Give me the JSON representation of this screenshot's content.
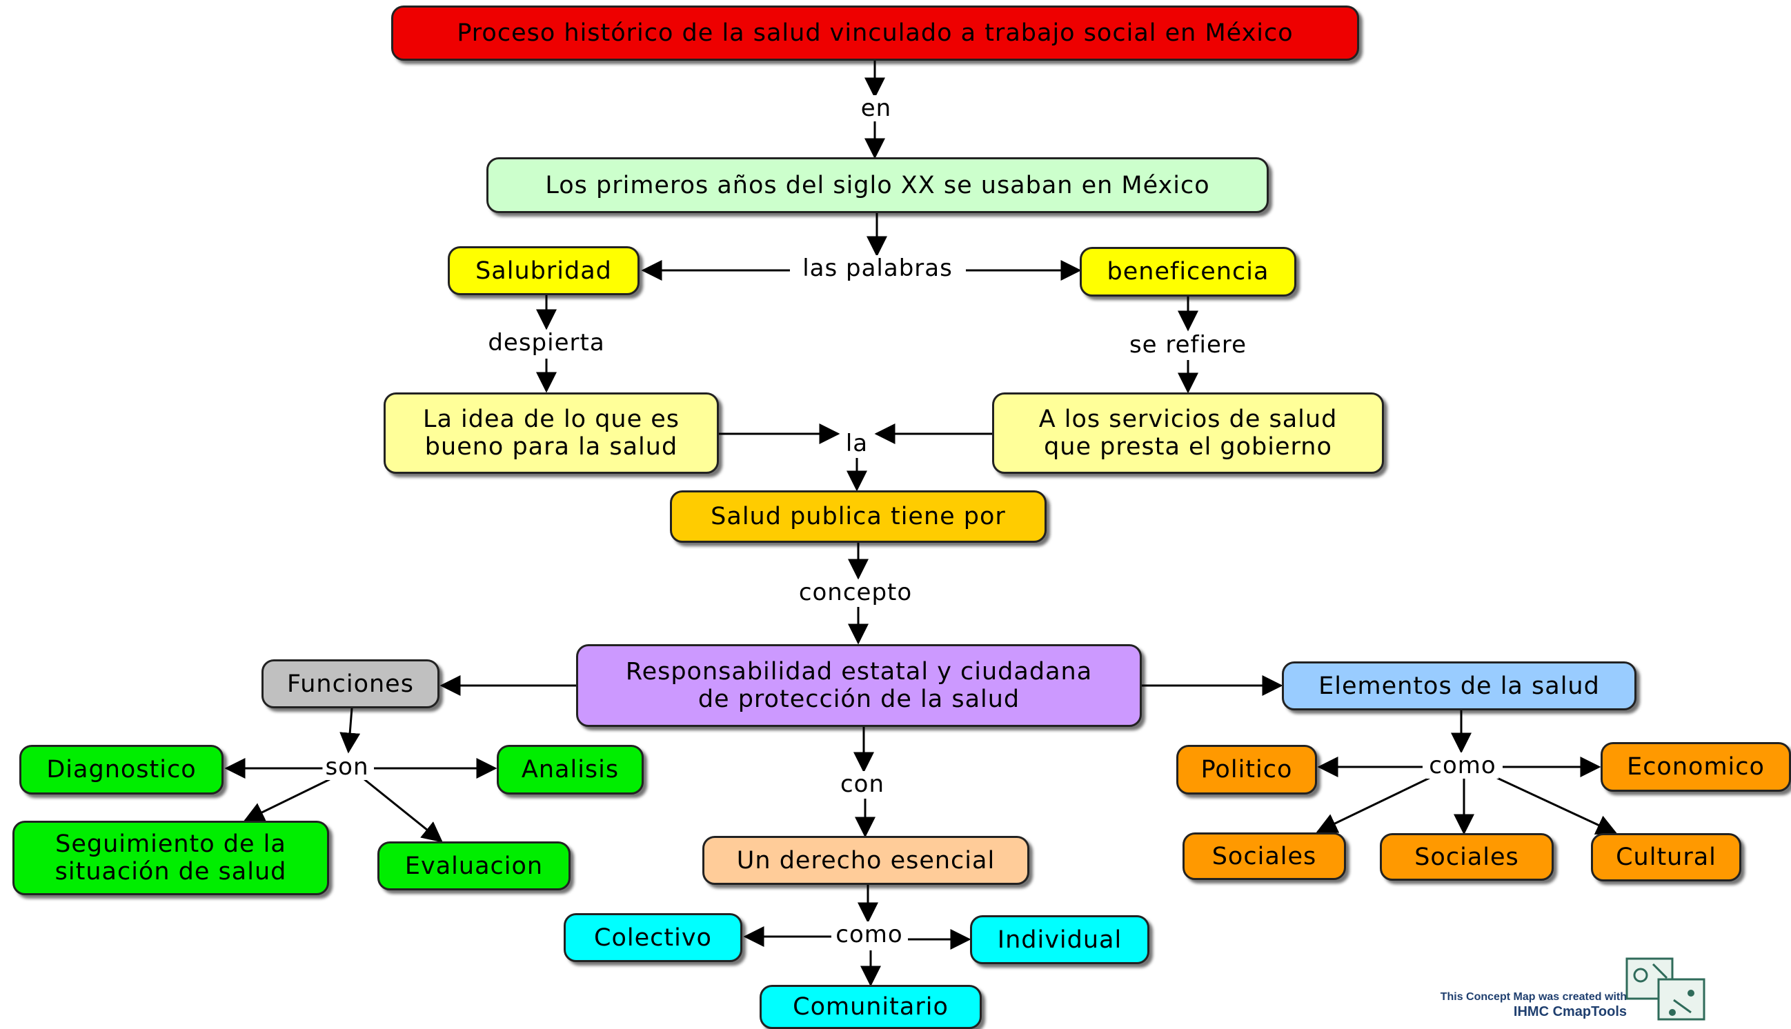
{
  "title": "Proceso histórico de la salud vinculado a trabajo social en México",
  "nodes": {
    "title": "Proceso histórico de la salud vinculado a trabajo social en México",
    "primeros": "Los primeros años del siglo XX se usaban en México",
    "salubridad": "Salubridad",
    "beneficencia": "beneficencia",
    "idea": "La idea de lo que es\nbueno para la salud",
    "servicios": "A los servicios de salud\nque presta el gobierno",
    "salud_publica": "Salud publica tiene por",
    "responsabilidad": "Responsabilidad estatal y ciudadana\nde protección de la salud",
    "funciones": "Funciones",
    "elementos": "Elementos de la salud",
    "diagnostico": "Diagnostico",
    "analisis": "Analisis",
    "seguimiento": "Seguimiento de la\nsituación de salud",
    "evaluacion": "Evaluacion",
    "derecho": "Un derecho esencial",
    "colectivo": "Colectivo",
    "individual": "Individual",
    "comunitario": "Comunitario",
    "politico": "Politico",
    "economico": "Economico",
    "sociales_1": "Sociales",
    "sociales_2": "Sociales",
    "cultural": "Cultural"
  },
  "links": {
    "en": "en",
    "las_palabras": "las palabras",
    "despierta": "despierta",
    "se_refiere": "se refiere",
    "la": "la",
    "concepto": "concepto",
    "son": "son",
    "con": "con",
    "como_derecho": "como",
    "como_elementos": "como"
  },
  "colors": {
    "title": "#ee0000",
    "primeros": "#ccffcc",
    "salubridad": "#ffff00",
    "beneficencia": "#ffff00",
    "idea": "#ffff99",
    "servicios": "#ffff99",
    "salud_publica": "#ffcc00",
    "responsabilidad": "#cc99ff",
    "funciones": "#c0c0c0",
    "elementos": "#99ccff",
    "funcion_items": "#00ee00",
    "derecho": "#ffcc99",
    "derecho_items": "#00ffff",
    "elemento_items": "#ff9900"
  },
  "credit": {
    "line1": "This Concept Map was created with",
    "line2": "IHMC CmapTools",
    "logo": "cmaptools-logo-icon"
  }
}
